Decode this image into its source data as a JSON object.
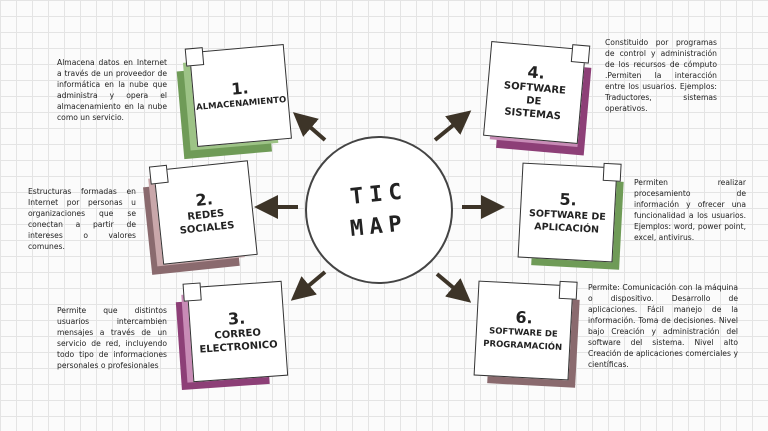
{
  "center": {
    "line1": "TIC",
    "line2": "MAP"
  },
  "colors": {
    "green": "#6f9b57",
    "green_light": "#9dc386",
    "mauve": "#8a6a6e",
    "mauve_light": "#c9a7aa",
    "magenta": "#8d3f77",
    "magenta_light": "#c88bb6",
    "arrow": "#3d3428"
  },
  "nodes": [
    {
      "id": "almacenamiento",
      "number": "1.",
      "label": "ALMACENAMIENTO",
      "description": "Almacena datos en Internet a través de un proveedor de informática en la nube que administra y opera el almacenamiento en la nube como un servicio."
    },
    {
      "id": "redes-sociales",
      "number": "2.",
      "label": "REDES SOCIALES",
      "description": "Estructuras formadas en Internet por personas u organizaciones que se conectan a partir de intereses o valores comunes."
    },
    {
      "id": "correo-electronico",
      "number": "3.",
      "label": "CORREO ELECTRONICO",
      "description": "Permite que distintos usuarios intercambien mensajes a través de un servicio de red, incluyendo todo tipo de informaciones personales o profesionales"
    },
    {
      "id": "software-de-sistemas",
      "number": "4.",
      "label": "SOFTWARE DE SISTEMAS",
      "description": "Constituido por programas de control y administración de los recursos de cómputo .Permiten la interacción entre los usuarios. Ejemplos: Traductores, sistemas operativos."
    },
    {
      "id": "software-de-aplicacion",
      "number": "5.",
      "label": "SOFTWARE DE APLICACIÓN",
      "description": "Permiten realizar procesamiento de información y ofrecer una funcionalidad a los usuarios. Ejemplos: word, power point, excel, antivirus."
    },
    {
      "id": "software-de-programacion",
      "number": "6.",
      "label": "SOFTWARE DE PROGRAMACIÓN",
      "description": "Permite: Comunicación con la máquina o dispositivo. Desarrollo de aplicaciones. Fácil manejo de la información. Toma de decisiones. Nivel bajo Creación y administración del software del sistema. Nivel alto Creación de aplicaciones comerciales y científicas."
    }
  ]
}
